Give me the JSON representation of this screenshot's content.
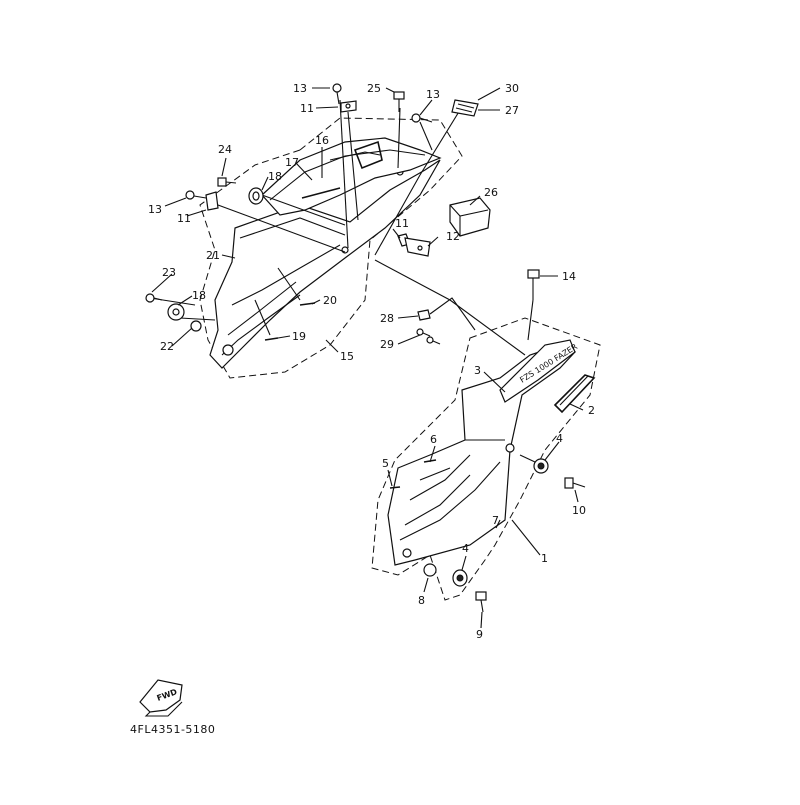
{
  "diagram": {
    "part_code": "4FL4351-5180",
    "fwd_label": "FWD",
    "decal_text": "FZS 1000 FAZER",
    "callouts": {
      "c1": "1",
      "c2": "2",
      "c3": "3",
      "c4a": "4",
      "c4b": "4",
      "c5": "5",
      "c6": "6",
      "c7": "7",
      "c8": "8",
      "c9": "9",
      "c10": "10",
      "c11a": "11",
      "c11b": "11",
      "c11c": "11",
      "c12": "12",
      "c13a": "13",
      "c13b": "13",
      "c13c": "13",
      "c14": "14",
      "c15": "15",
      "c16": "16",
      "c17": "17",
      "c18a": "18",
      "c18b": "18",
      "c19": "19",
      "c20": "20",
      "c21": "21",
      "c22": "22",
      "c23": "23",
      "c24": "24",
      "c25": "25",
      "c26": "26",
      "c27": "27",
      "c28": "28",
      "c29": "29",
      "c30": "30"
    }
  }
}
